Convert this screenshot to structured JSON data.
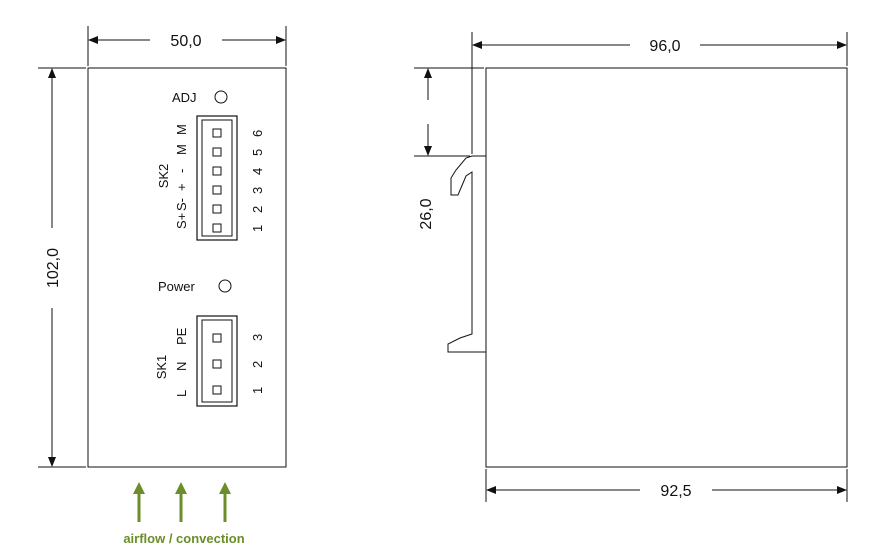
{
  "front_view": {
    "width_dim": "50,0",
    "height_dim": "102,0",
    "adj_label": "ADJ",
    "power_label": "Power",
    "sk2": {
      "name": "SK2",
      "pin_labels": [
        "S+",
        "S-",
        "+",
        "-",
        "M",
        "M"
      ],
      "pin_numbers": [
        "1",
        "2",
        "3",
        "4",
        "5",
        "6"
      ]
    },
    "sk1": {
      "name": "SK1",
      "pin_labels": [
        "L",
        "N",
        "PE"
      ],
      "pin_numbers": [
        "1",
        "2",
        "3"
      ]
    },
    "airflow_label": "airflow / convection",
    "airflow_color": "#6b8e2a"
  },
  "side_view": {
    "overall_width_dim": "96,0",
    "body_width_dim": "92,5",
    "clip_height_dim": "26,0"
  }
}
